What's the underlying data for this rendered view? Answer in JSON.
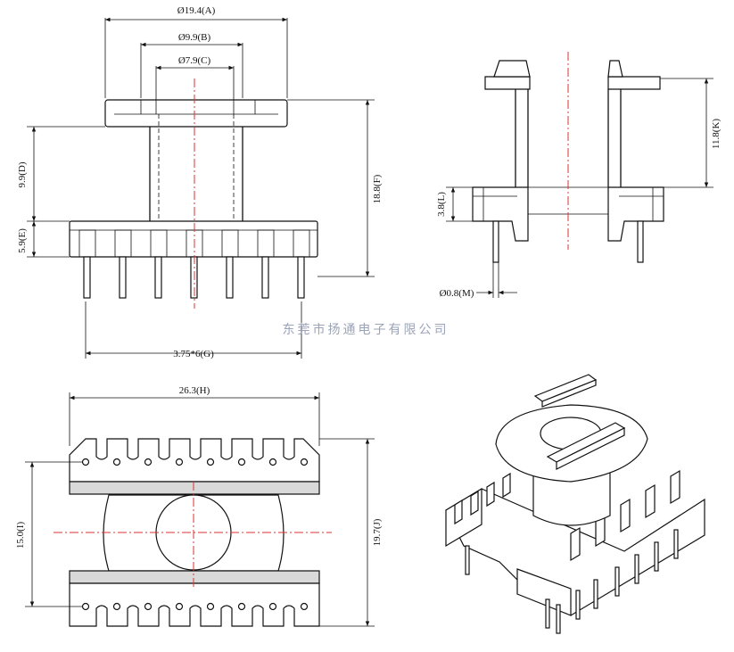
{
  "dimensions": {
    "A": "Ø19.4(A)",
    "B": "Ø9.9(B)",
    "C": "Ø7.9(C)",
    "D": "9.9(D)",
    "E": "5.9(E)",
    "F": "18.8(F)",
    "G": "3.75*6(G)",
    "K": "11.8(K)",
    "L": "3.8(L)",
    "M": "Ø0.8(M)",
    "H": "26.3(H)",
    "I": "15.0(I)",
    "J": "19.7(J)"
  },
  "watermark": "东莞市扬通电子有限公司",
  "colors": {
    "centerline": "#dd3333",
    "outline": "#111111",
    "watermark": "#9aa3b8"
  }
}
